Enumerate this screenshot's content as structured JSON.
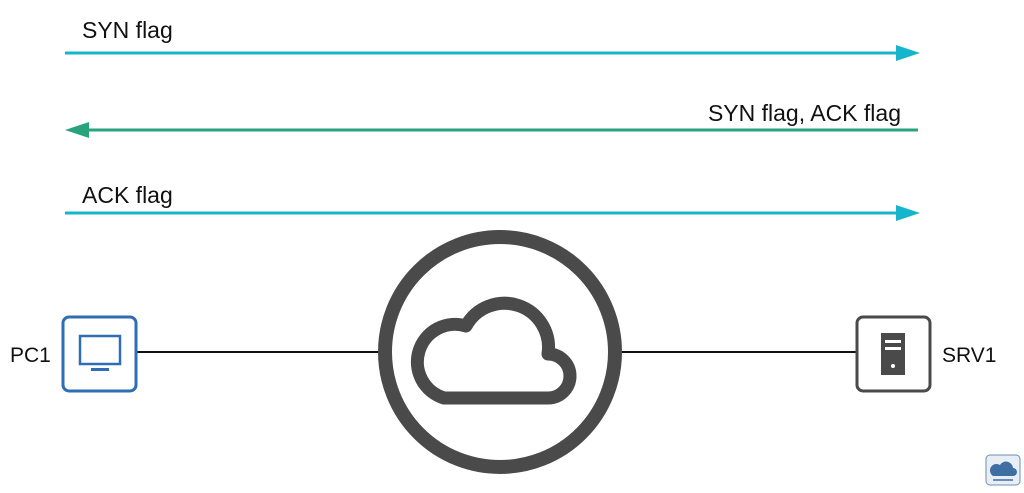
{
  "colors": {
    "request_arrow": "#17b5cc",
    "reply_arrow": "#29a37c",
    "pc_icon": "#2f6db5",
    "server_icon": "#4a4a4a",
    "cloud_ring": "#4a4a4a",
    "link": "#111111"
  },
  "messages": [
    {
      "label": "SYN flag",
      "direction": "PC1 to SRV1"
    },
    {
      "label": "SYN flag, ACK flag",
      "direction": "SRV1 to PC1"
    },
    {
      "label": "ACK flag",
      "direction": "PC1 to SRV1"
    }
  ],
  "nodes": {
    "pc": {
      "label": "PC1",
      "icon": "computer-monitor-icon"
    },
    "network": {
      "icon": "cloud-icon"
    },
    "server": {
      "label": "SRV1",
      "icon": "server-tower-icon"
    }
  },
  "watermark": {
    "icon": "cloud-logo-icon"
  }
}
